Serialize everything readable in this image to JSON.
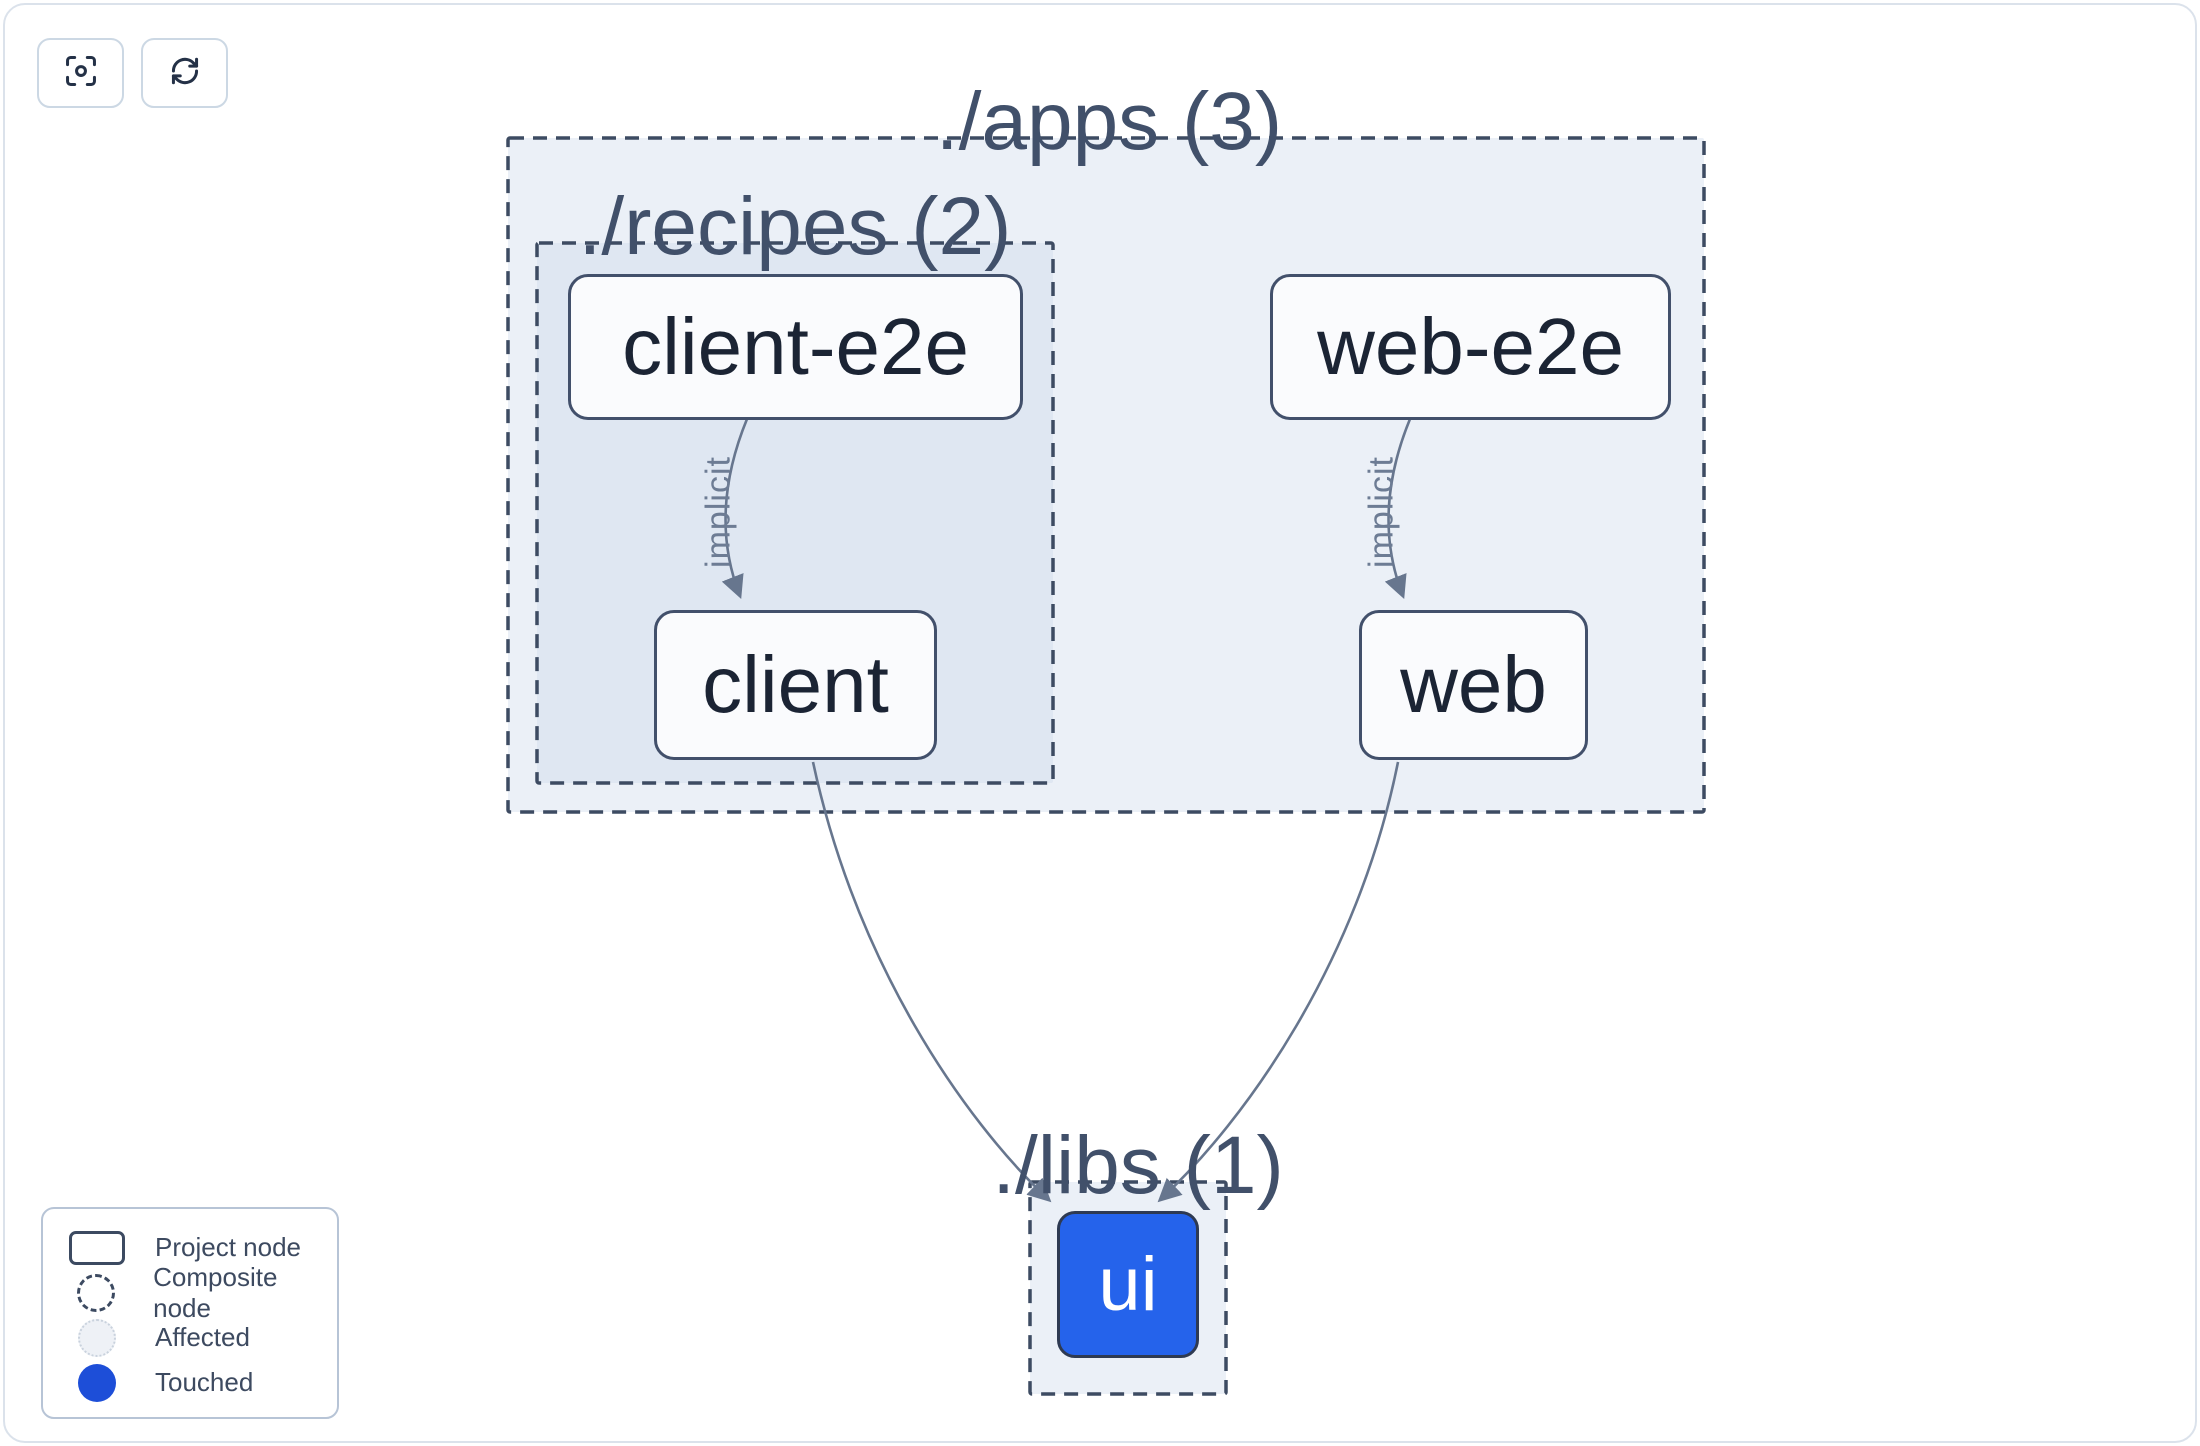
{
  "toolbar": {
    "focus_button": {
      "icon": "focus-reticle-icon"
    },
    "refresh_button": {
      "icon": "refresh-icon"
    }
  },
  "graph": {
    "groups": [
      {
        "id": "apps",
        "label": "./apps (3)"
      },
      {
        "id": "recipes",
        "label": "./recipes (2)"
      },
      {
        "id": "libs",
        "label": "./libs (1)"
      }
    ],
    "nodes": [
      {
        "id": "client-e2e",
        "label": "client-e2e",
        "state": "normal",
        "group": "apps/recipes"
      },
      {
        "id": "client",
        "label": "client",
        "state": "normal",
        "group": "apps/recipes"
      },
      {
        "id": "web-e2e",
        "label": "web-e2e",
        "state": "normal",
        "group": "apps"
      },
      {
        "id": "web",
        "label": "web",
        "state": "normal",
        "group": "apps"
      },
      {
        "id": "ui",
        "label": "ui",
        "state": "touched",
        "group": "libs"
      }
    ],
    "edges": [
      {
        "source": "client-e2e",
        "target": "client",
        "label": "implicit"
      },
      {
        "source": "web-e2e",
        "target": "web",
        "label": "implicit"
      },
      {
        "source": "client",
        "target": "ui",
        "label": ""
      },
      {
        "source": "web",
        "target": "ui",
        "label": ""
      }
    ]
  },
  "legend": {
    "items": [
      {
        "label": "Project node",
        "swatch": "project-node-outline"
      },
      {
        "label": "Composite node",
        "swatch": "composite-node-dashed-circle"
      },
      {
        "label": "Affected",
        "swatch": "affected-light-circle"
      },
      {
        "label": "Touched",
        "swatch": "touched-blue-circle"
      }
    ]
  },
  "colors": {
    "touched_blue": "#2563eb",
    "legend_touched_blue": "#1d4ed8",
    "edge_gray": "#67768e",
    "border_slate": "#3d4b62",
    "group_fill": "#edf1f7",
    "node_fill": "#fafbfd",
    "text_dark": "#1b2434"
  }
}
